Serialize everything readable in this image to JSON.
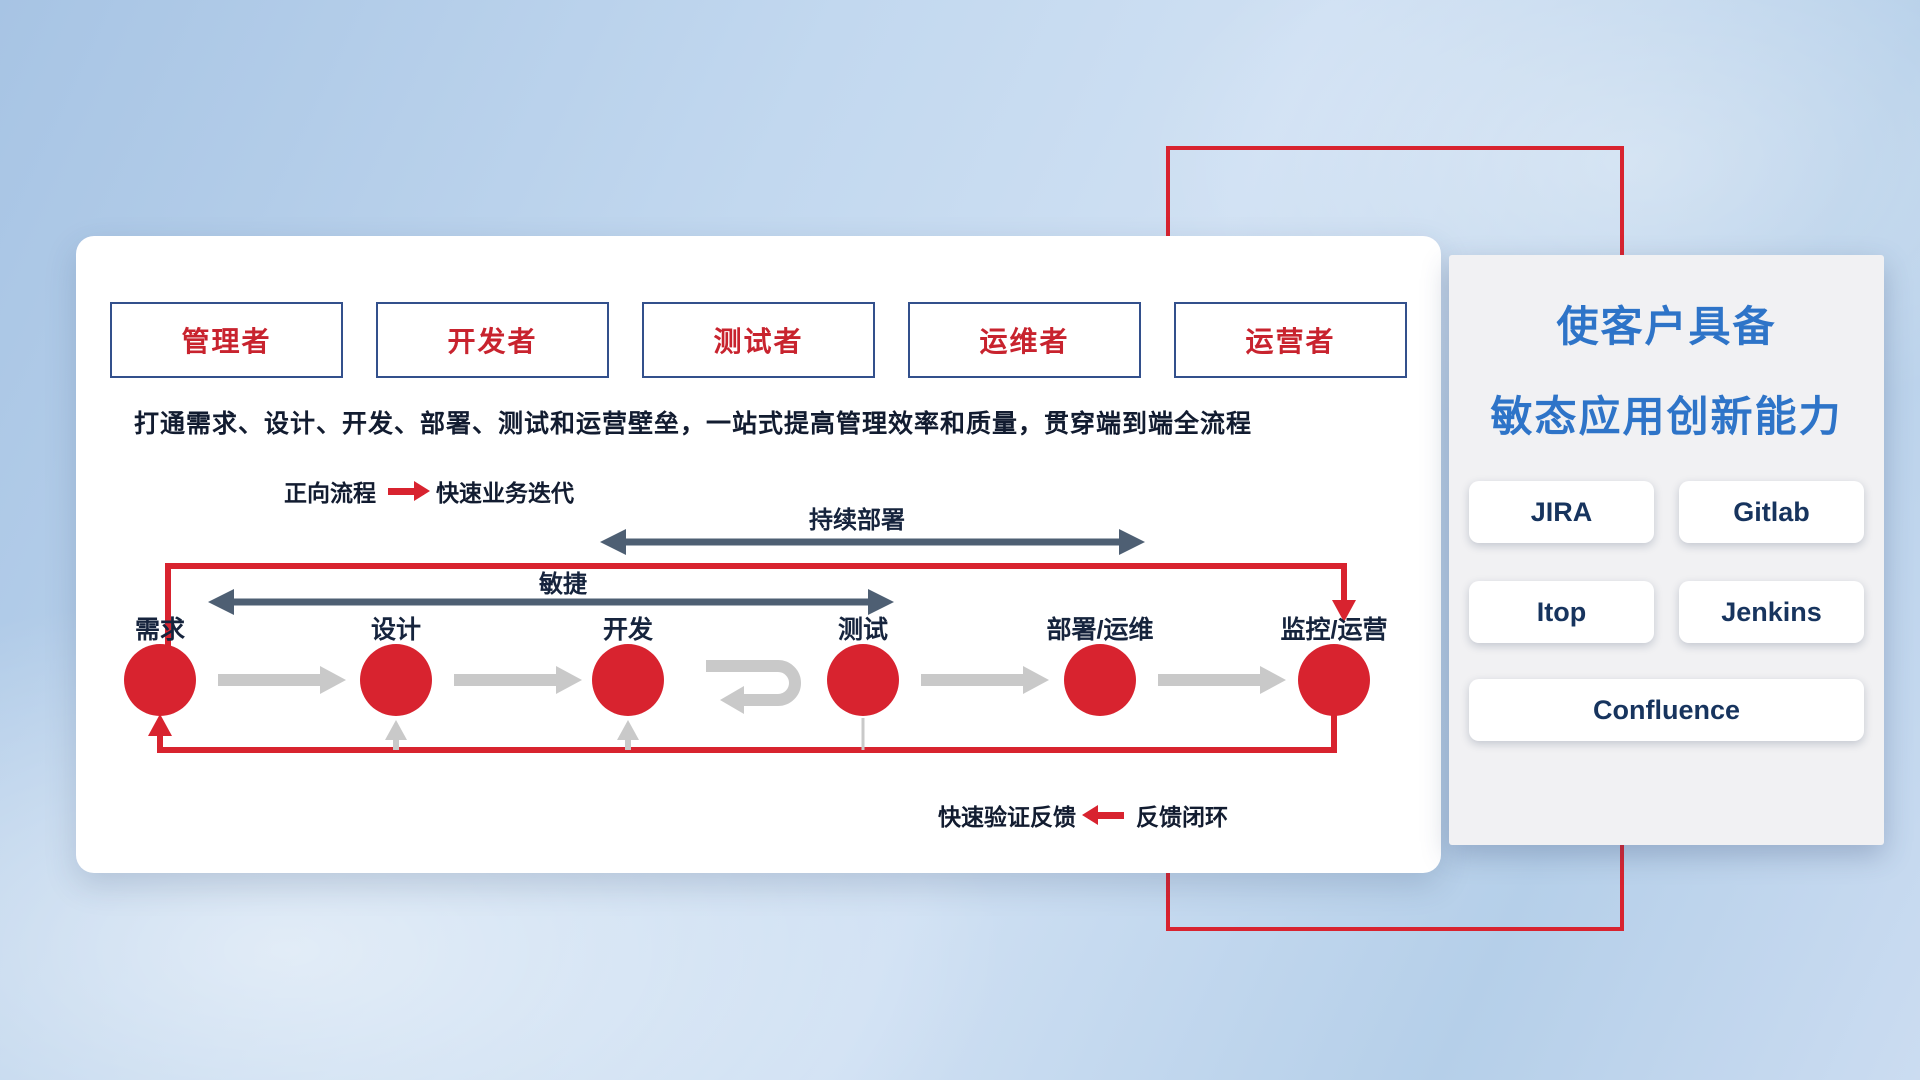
{
  "main_panel": {
    "roles": [
      "管理者",
      "开发者",
      "测试者",
      "运维者",
      "运营者"
    ],
    "description": "打通需求、设计、开发、部署、测试和运营壁垒，一站式提高管理效率和质量，贯穿端到端全流程",
    "forward_legend": {
      "label": "正向流程",
      "caption": "快速业务迭代"
    },
    "feedback_legend": {
      "caption": "快速验证反馈",
      "label": "反馈闭环"
    },
    "flow": {
      "stages": [
        "需求",
        "设计",
        "开发",
        "测试",
        "部署/运维",
        "监控/运营"
      ],
      "agile_label": "敏捷",
      "cd_label": "持续部署"
    }
  },
  "side_panel": {
    "title_line1": "使客户具备",
    "title_line2": "敏态应用创新能力",
    "tools": [
      "JIRA",
      "Gitlab",
      "Itop",
      "Jenkins",
      "Confluence"
    ]
  },
  "colors": {
    "accent_red": "#d8232f",
    "title_blue": "#2e74c8",
    "dark_arrow": "#4e5f73",
    "gray_arrow": "#c9c9c9",
    "role_text": "#c8232e",
    "role_border": "#33508c"
  }
}
